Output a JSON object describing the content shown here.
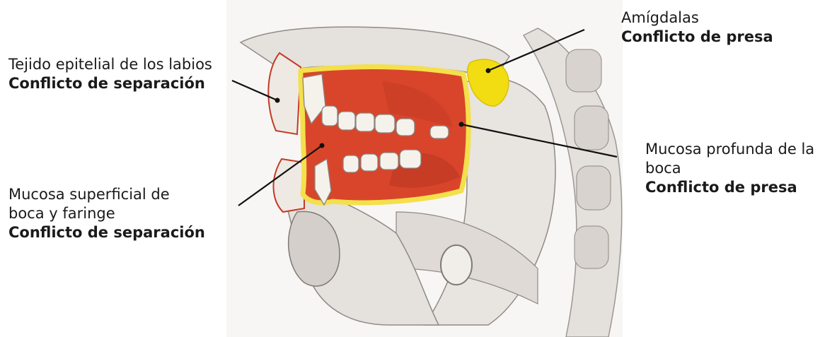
{
  "labels": {
    "lips": {
      "line1": "Tejido epitelial de los labios",
      "conflict": "Conflicto de separación"
    },
    "tonsils": {
      "line1": "Amígdalas",
      "conflict": "Conflicto de presa"
    },
    "deep_mucosa": {
      "line1": "Mucosa profunda de la",
      "line2": "boca",
      "conflict": "Conflicto de presa"
    },
    "superficial_mucosa": {
      "line1": "Mucosa superficial de",
      "line2": "boca y faringe",
      "conflict": "Conflicto de separación"
    }
  },
  "colors": {
    "superficial_mucosa_fill": "#d9452b",
    "deep_mucosa_outline": "#f4e04a",
    "tonsil_fill": "#f2dd12",
    "tissue": "#e9e6e3",
    "tissue_shade": "#c9c4c0",
    "tooth": "#f5f2ec"
  }
}
